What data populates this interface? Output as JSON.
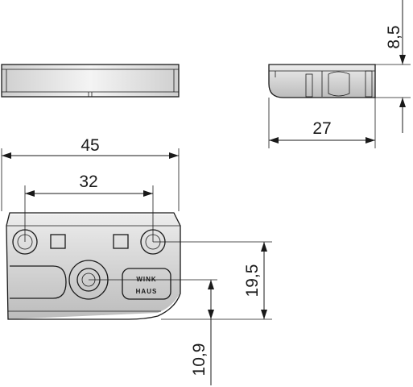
{
  "drawing": {
    "dimensions": {
      "width_overall": "45",
      "hole_spacing": "32",
      "thickness": "8,5",
      "depth": "27",
      "height_to_holes": "19,5",
      "height_to_center": "10,9"
    },
    "logo": {
      "line1": "WINK",
      "line2": "HAUS"
    }
  }
}
